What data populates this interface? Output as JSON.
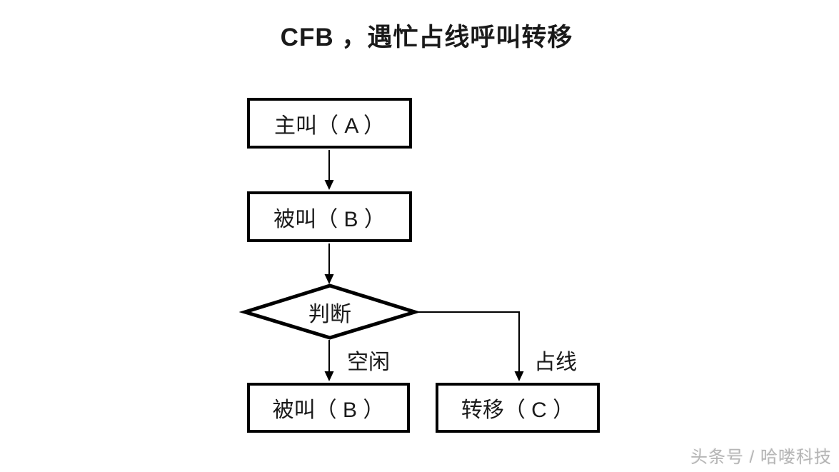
{
  "title": "CFB ，遇忙占线呼叫转移",
  "flowchart": {
    "caller_label": "主叫（ A ）",
    "callee_label": "被叫（ B ）",
    "decision_label": "判断",
    "branch_idle_label": "空闲",
    "branch_busy_label": "占线",
    "callee_result_label": "被叫（ B ）",
    "transfer_label": "转移（ C ）"
  },
  "watermark": "头条号 / 哈喽科技",
  "colors": {
    "background": "#ffffff",
    "line": "#000000",
    "text": "#1a1a1a",
    "watermark": "#b5b5b5"
  }
}
